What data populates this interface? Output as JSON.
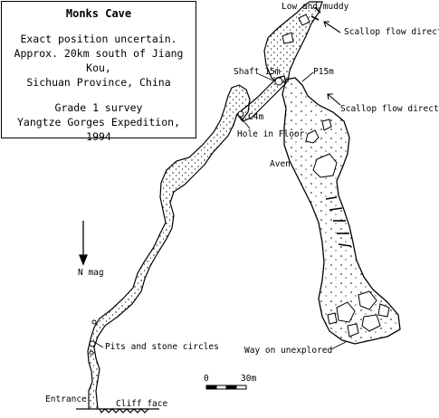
{
  "info": {
    "title": "Monks Cave",
    "notes": [
      "Exact position uncertain.",
      "Approx. 20km south of Jiang Kou,",
      "Sichuan Province, China"
    ],
    "survey": [
      "Grade 1 survey",
      "Yangtze Gorges Expedition, 1994"
    ]
  },
  "labels": {
    "low_and_muddy": "Low and muddy",
    "scallop_1": "Scallop flow direction",
    "scallop_2": "Scallop flow direction",
    "shaft": "Shaft 15m",
    "p15": "P15m",
    "c4": "C4m",
    "hole": "Hole in Floor",
    "aven": "Aven",
    "pits": "Pits and stone circles",
    "entrance": "Entrance",
    "cliff": "Cliff face",
    "way_on": "Way on unexplored"
  },
  "north": {
    "label": "N mag"
  },
  "scale": {
    "start": "0",
    "end": "30m"
  }
}
